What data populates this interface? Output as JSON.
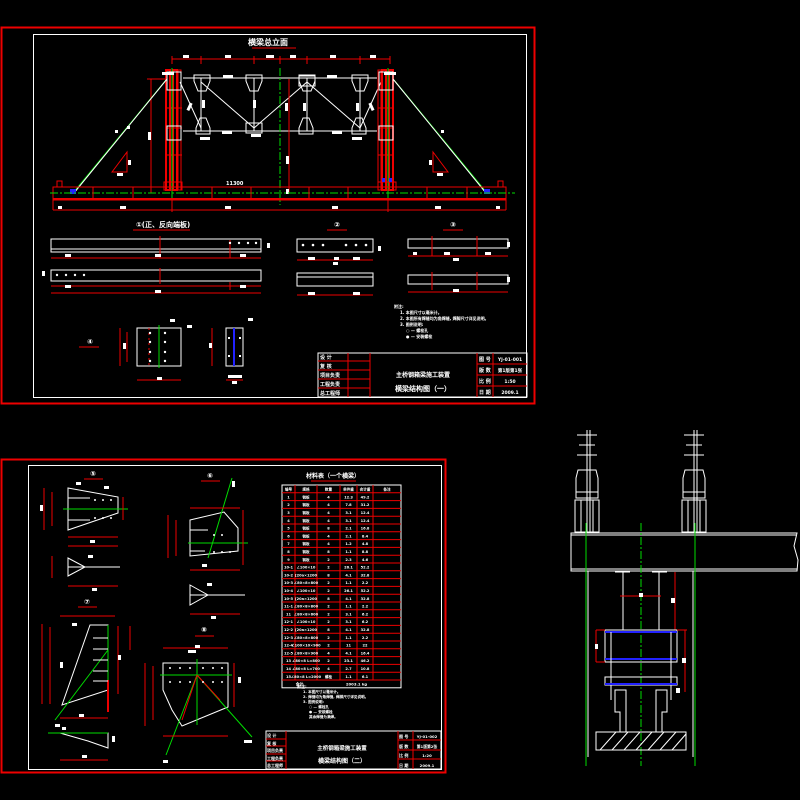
{
  "sheet1": {
    "elevation_title": "横梁总立面",
    "section_titles": [
      "①(正、反向端板)",
      "②",
      "③",
      "④"
    ],
    "dimension_overall": "11300",
    "notes_heading": "附注:",
    "notes": [
      "1. 本图尺寸以毫米计。",
      "2. 本图所有焊缝均为角焊缝, 焊脚尺寸详见说明。",
      "3. 图例说明:",
      "○ — 螺栓孔",
      "● — 安装螺栓"
    ],
    "title_block": {
      "left_labels": [
        "设 计",
        "复 核",
        "项目负责",
        "工程负责",
        "总工程师"
      ],
      "project": "主桥钢箱梁施工装置",
      "drawing_title": "横梁结构图（一）",
      "right_labels": [
        "图 号",
        "版 数",
        "比 例",
        "日 期"
      ],
      "right_values": [
        "YJ-01-001",
        "第1版第1张",
        "1:50",
        "2009.1"
      ]
    }
  },
  "sheet2": {
    "detail_titles": [
      "⑤",
      "⑥",
      "⑦",
      "⑧"
    ],
    "table": {
      "title": "材料表（一个横梁）",
      "headers": [
        "编号",
        "规格",
        "数量",
        "单件重",
        "合计重",
        "备注"
      ],
      "rows": [
        [
          "1",
          "钢板",
          "4",
          "12.3",
          "49.2",
          ""
        ],
        [
          "2",
          "钢板",
          "4",
          "7.8",
          "31.2",
          ""
        ],
        [
          "3",
          "钢板",
          "4",
          "3.1",
          "12.4",
          ""
        ],
        [
          "4",
          "钢板",
          "4",
          "3.1",
          "12.4",
          ""
        ],
        [
          "5",
          "钢板",
          "8",
          "2.1",
          "16.8",
          ""
        ],
        [
          "6",
          "钢板",
          "4",
          "2.1",
          "8.4",
          ""
        ],
        [
          "7",
          "钢板",
          "4",
          "1.2",
          "4.8",
          ""
        ],
        [
          "8",
          "钢板",
          "8",
          "1.1",
          "8.8",
          ""
        ],
        [
          "9",
          "钢板",
          "2",
          "2.3",
          "4.6",
          ""
        ],
        [
          "10-1",
          "∠100×10",
          "2",
          "26.1",
          "52.2",
          ""
        ],
        [
          "10-2",
          "[20a×1200",
          "8",
          "4.1",
          "32.8",
          ""
        ],
        [
          "10-3",
          "∠80×8×800",
          "2",
          "1.1",
          "2.2",
          ""
        ],
        [
          "10-4",
          "∠100×10",
          "2",
          "26.1",
          "52.2",
          ""
        ],
        [
          "10-5",
          "[20a×1200",
          "8",
          "4.1",
          "32.8",
          ""
        ],
        [
          "11-1",
          "∠80×8×800",
          "2",
          "1.1",
          "2.2",
          ""
        ],
        [
          "11",
          "∠80×8×600",
          "2",
          "3.1",
          "6.2",
          ""
        ],
        [
          "12-1",
          "∠100×10",
          "2",
          "3.1",
          "6.2",
          ""
        ],
        [
          "12-2",
          "[20a×1200",
          "8",
          "4.1",
          "32.8",
          ""
        ],
        [
          "12-3",
          "∠80×8×800",
          "2",
          "1.1",
          "2.2",
          ""
        ],
        [
          "12-4",
          "∠100×10×900",
          "2",
          "11",
          "22",
          ""
        ],
        [
          "12-5",
          "∠80×8×900",
          "4",
          "4.1",
          "16.4",
          ""
        ],
        [
          "13",
          "∠80×8 L=800",
          "2",
          "23.1",
          "46.2",
          ""
        ],
        [
          "14",
          "∠80×8 L=700",
          "4",
          "2.7",
          "10.8",
          ""
        ],
        [
          "15",
          "∠80×8 L=2000",
          "螺栓",
          "1.1",
          "6.1",
          ""
        ]
      ],
      "total_label": "合计",
      "total_value": "2003.1 kg"
    },
    "notes_heading": "附注:",
    "notes": [
      "1. 本图尺寸以毫米计。",
      "2. 焊缝均为角焊缝, 焊脚尺寸详见说明。",
      "3. 图例说明:",
      "○ — 螺栓孔",
      "● — 安装螺栓",
      "其余焊缝为满焊。"
    ],
    "title_block": {
      "left_labels": [
        "设 计",
        "复 核",
        "项目负责",
        "工程负责",
        "总工程师"
      ],
      "project": "主桥钢箱梁施工装置",
      "drawing_title": "横梁结构图（二）",
      "right_labels": [
        "图 号",
        "版 数",
        "比 例",
        "日 期"
      ],
      "right_values": [
        "YJ-01-002",
        "第1版第2张",
        "1:20",
        "2009.1"
      ]
    }
  },
  "colors": {
    "background": "#000000",
    "line": "#ffffff",
    "dim": "#ee0000",
    "axis": "#00dd00",
    "highlight": "#2222ff"
  }
}
